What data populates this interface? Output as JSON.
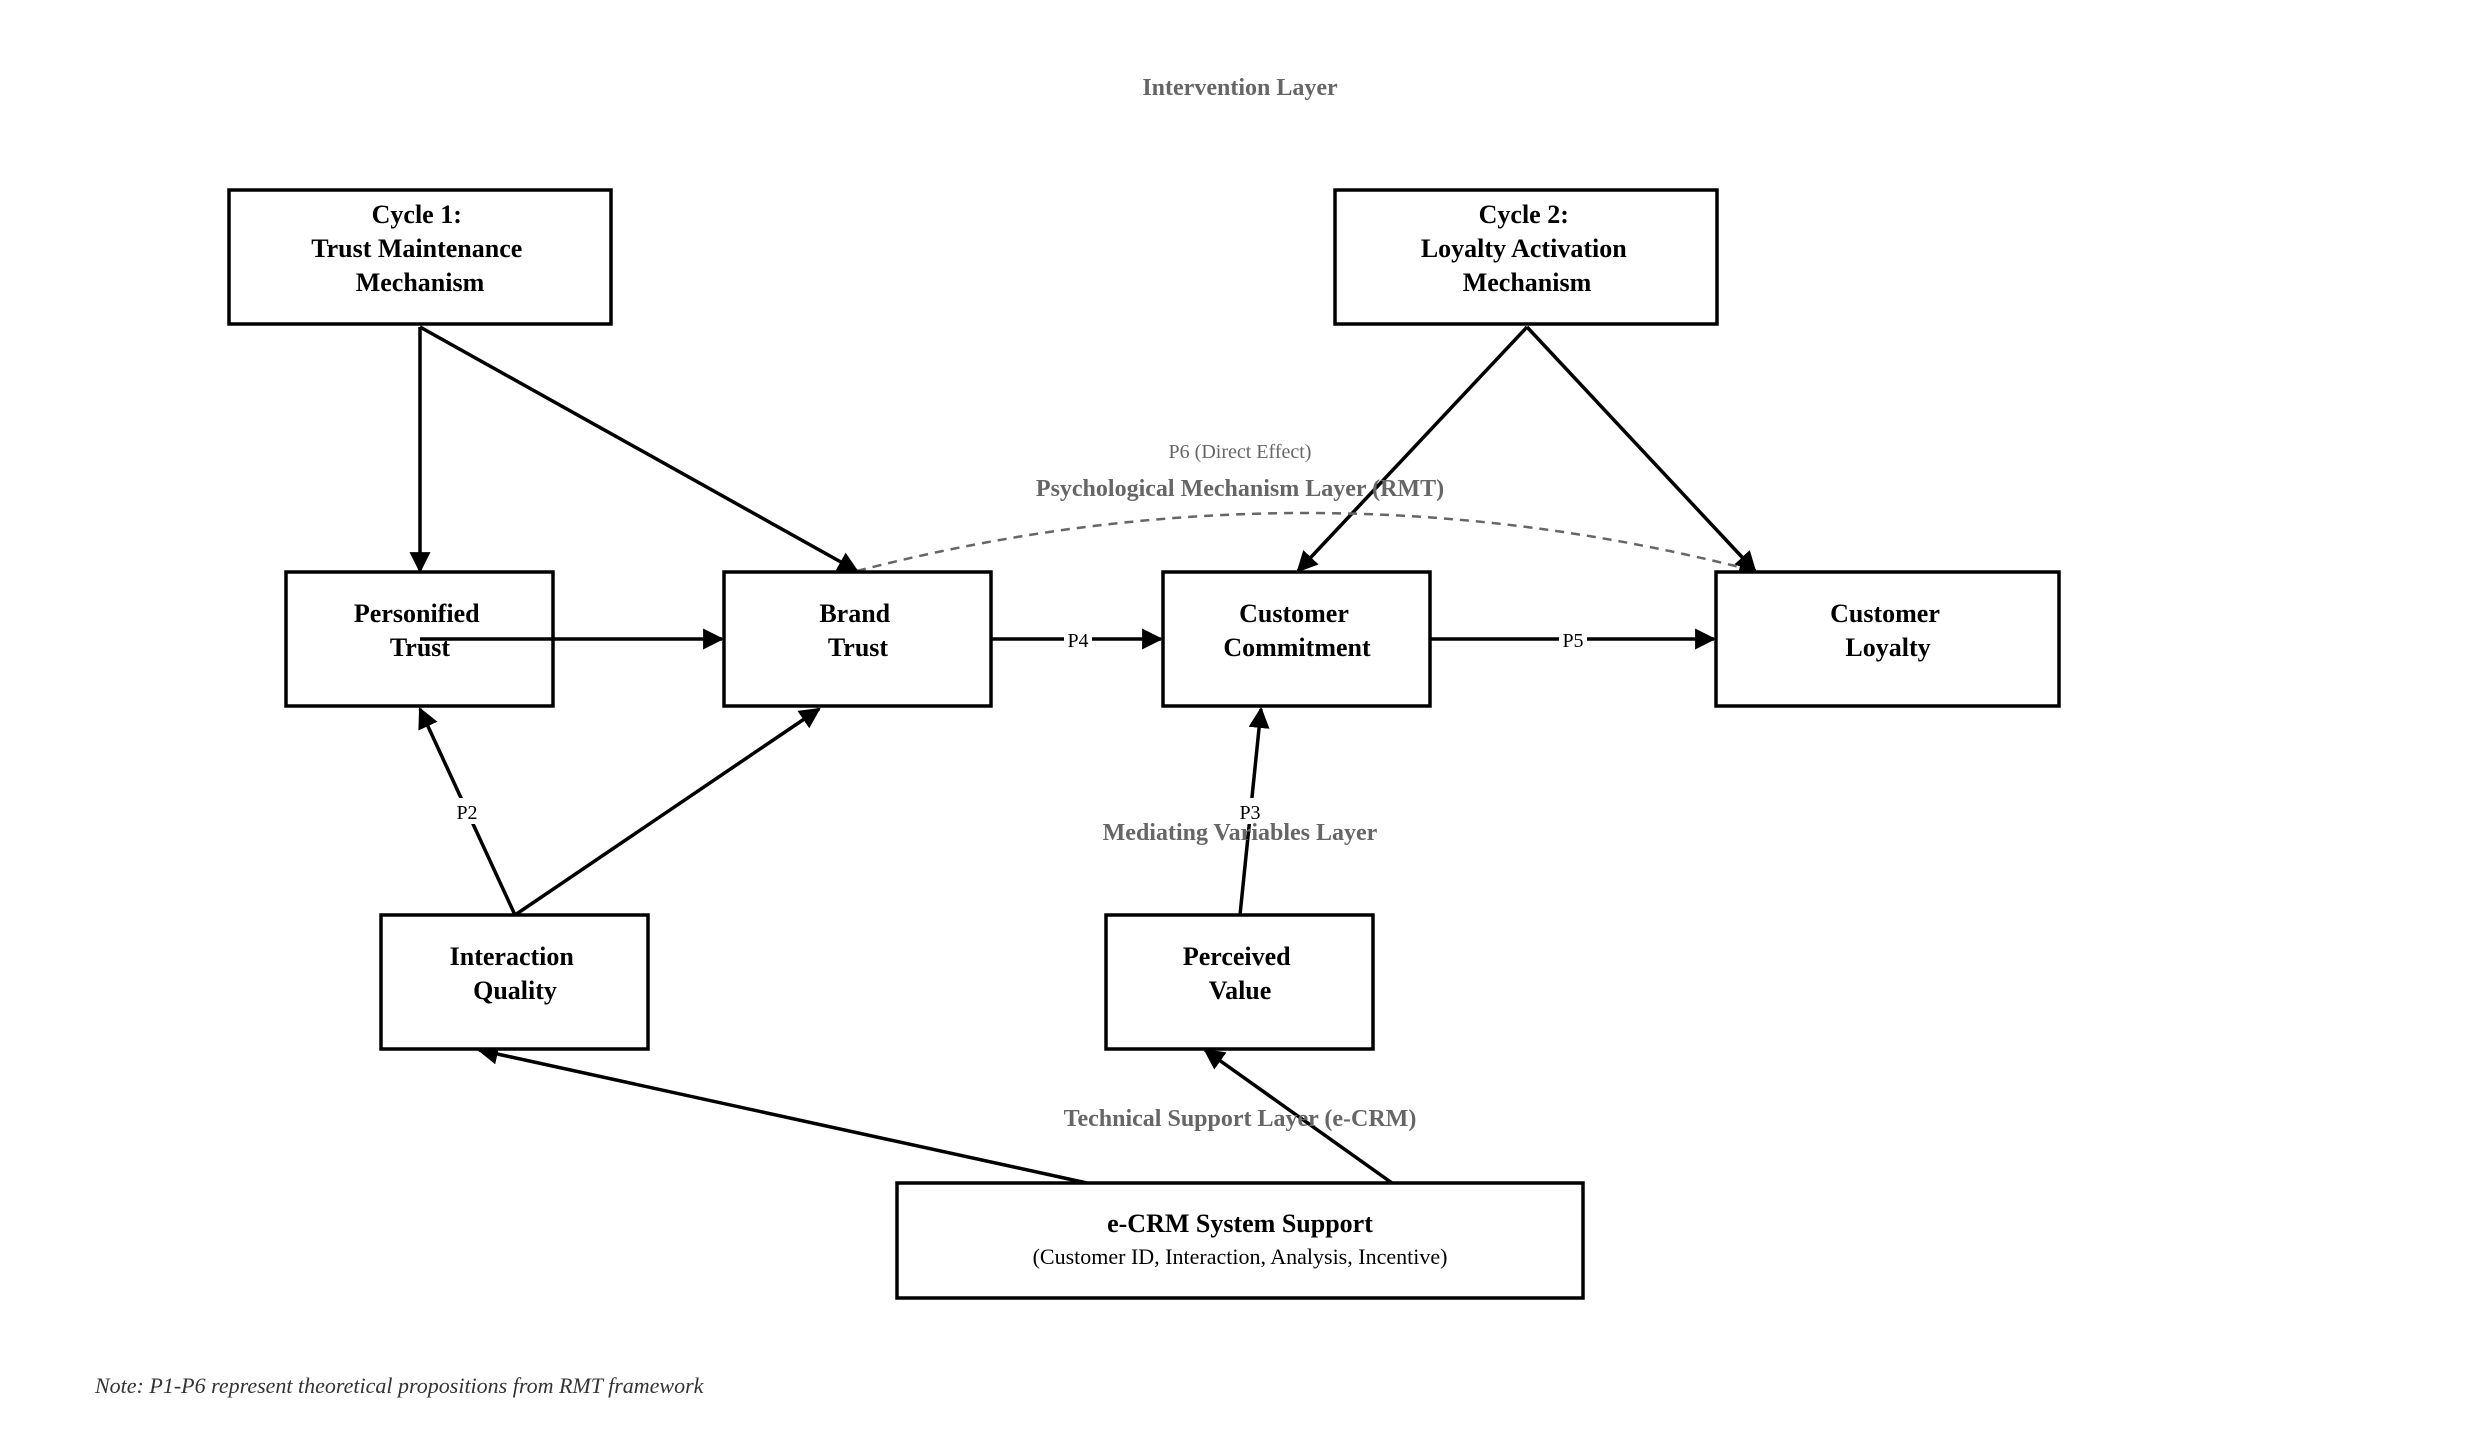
{
  "layers": {
    "intervention": "Intervention Layer",
    "psychological": "Psychological Mechanism Layer (RMT)",
    "mediating": "Mediating Variables Layer",
    "technical": "Technical Support Layer (e-CRM)"
  },
  "nodes": {
    "cycle1": {
      "line1": "Cycle 1:",
      "line2": "Trust Maintenance",
      "line3": "Mechanism"
    },
    "cycle2": {
      "line1": "Cycle 2:",
      "line2": "Loyalty Activation",
      "line3": "Mechanism"
    },
    "personified_trust": {
      "line1": "Personified",
      "line2": "Trust"
    },
    "brand_trust": {
      "line1": "Brand",
      "line2": "Trust"
    },
    "customer_commitment": {
      "line1": "Customer",
      "line2": "Commitment"
    },
    "customer_loyalty": {
      "line1": "Customer",
      "line2": "Loyalty"
    },
    "interaction_quality": {
      "line1": "Interaction",
      "line2": "Quality"
    },
    "perceived_value": {
      "line1": "Perceived",
      "line2": "Value"
    },
    "ecrm": {
      "title": "e-CRM System Support",
      "subtitle": "(Customer ID, Interaction, Analysis, Incentive)"
    }
  },
  "edge_labels": {
    "p2": "P2",
    "p3": "P3",
    "p4": "P4",
    "p5": "P5",
    "p6": "P6 (Direct Effect)"
  },
  "note": "Note: P1-P6 represent theoretical propositions from RMT framework",
  "colors": {
    "box_stroke": "#000000",
    "layer_label": "#666666",
    "dashed_line": "#666666"
  }
}
